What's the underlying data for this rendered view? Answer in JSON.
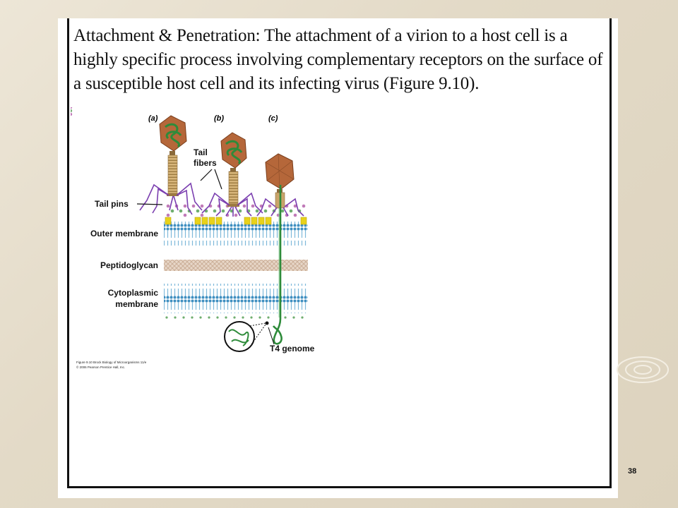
{
  "slide": {
    "body_text": "Attachment & Penetration: The attachment of a virion to a host cell is a highly specific process involving complementary receptors on the surface of a susceptible host cell and its infecting virus (Figure 9.10).",
    "slide_number": "38"
  },
  "figure": {
    "panel_labels": [
      "(a)",
      "(b)",
      "(c)"
    ],
    "labels": {
      "tail_fibers_line1": "Tail",
      "tail_fibers_line2": "fibers",
      "tail_pins": "Tail pins",
      "outer_membrane": "Outer membrane",
      "peptidoglycan": "Peptidoglycan",
      "cytoplasmic_line1": "Cytoplasmic",
      "cytoplasmic_line2": "membrane",
      "t4_genome": "T4 genome"
    },
    "credit_line1": "Figure 9.10 Brock Biology of Microorganisms 11/e",
    "credit_line2": "© 2006 Pearson Prentice Hall, Inc."
  },
  "colors": {
    "capsid": "#b5673a",
    "dna": "#2e8b3a",
    "tail": "#c9a46a",
    "fibers": "#7b3fb0",
    "membrane": "#4a9bc9",
    "receptor": "#e8d21a",
    "peptidoglycan": "#d9c2b0"
  }
}
